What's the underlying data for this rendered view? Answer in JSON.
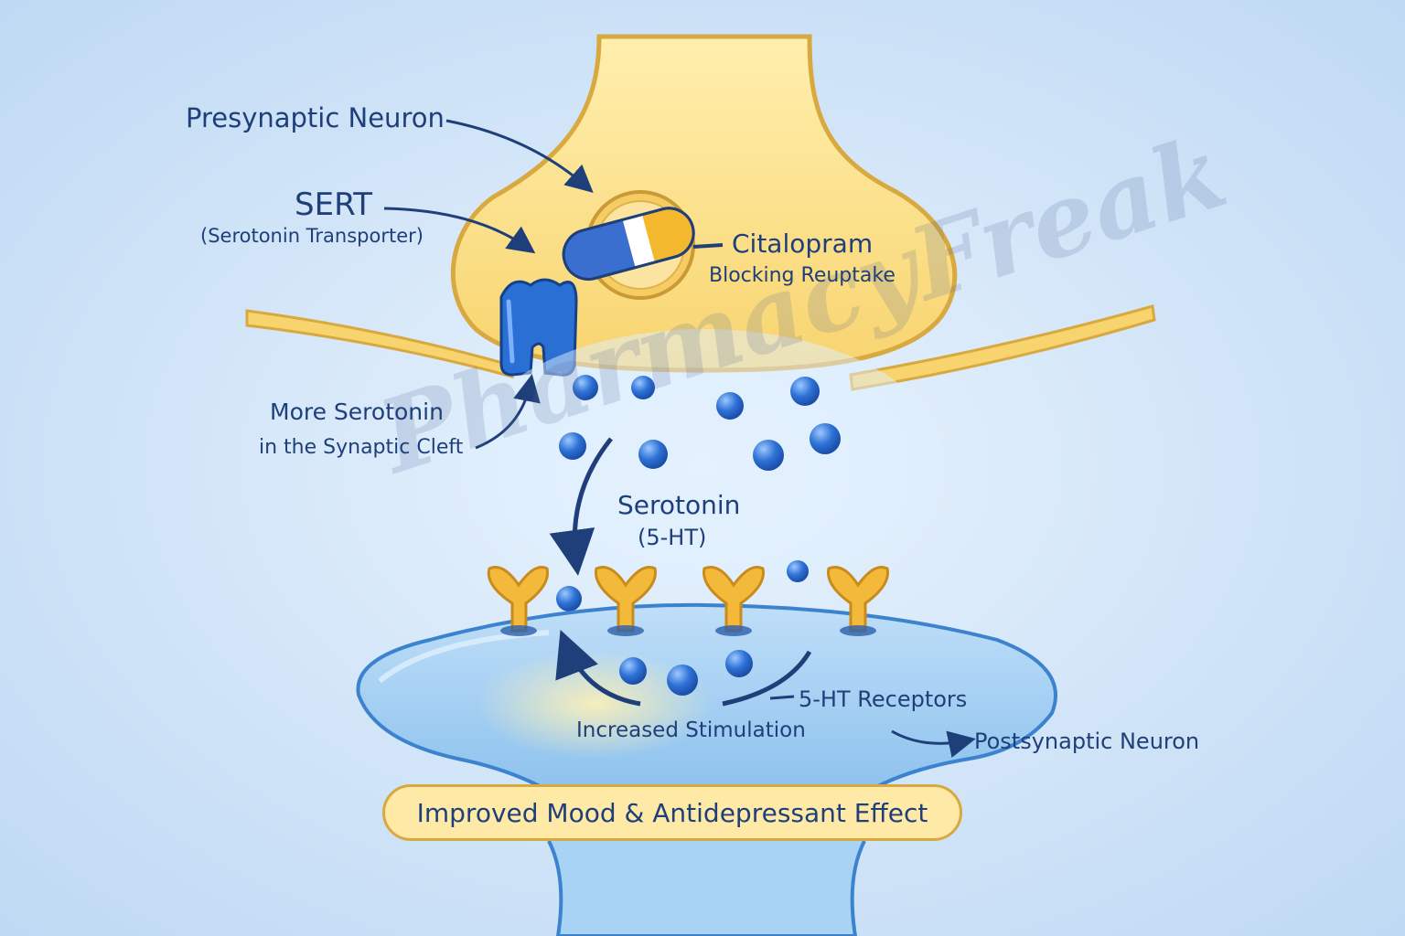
{
  "labels": {
    "presynaptic": "Presynaptic Neuron",
    "sert": "SERT",
    "sert_full": "(Serotonin Transporter)",
    "drug": "Citalopram",
    "drug_action": "Blocking Reuptake",
    "more_serotonin": "More Serotonin",
    "cleft": "in the Synaptic Cleft",
    "serotonin": "Serotonin",
    "serotonin_abbr": "(5-HT)",
    "receptors": "5-HT Receptors",
    "stimulation": "Increased Stimulation",
    "postsynaptic": "Postsynaptic Neuron",
    "effect": "Improved Mood & Antidepressant Effect",
    "watermark": "PharmacyFreak"
  },
  "colors": {
    "neuron_fill": "#fbdb7c",
    "neuron_stroke": "#d8a940",
    "receptor": "#f2b93a",
    "serotonin_molecule": "#2f72d6",
    "sert_protein": "#2a6fd3",
    "arrow": "#1f3f7a",
    "background": "#cfe3f8"
  }
}
